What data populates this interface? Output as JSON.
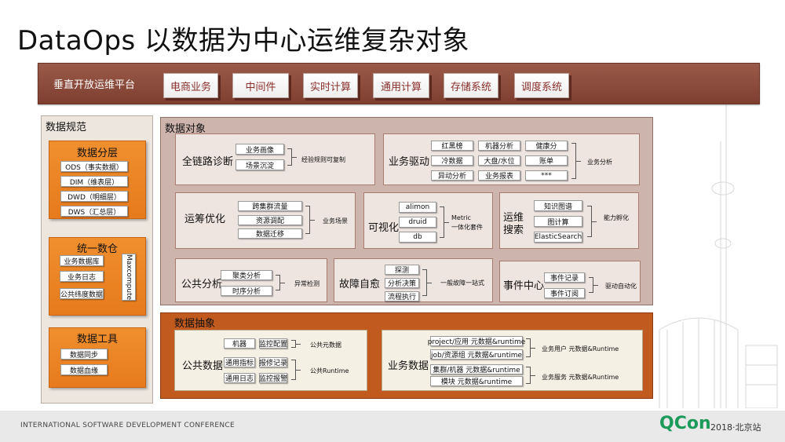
{
  "title": "DataOps 以数据为中心运维复杂对象",
  "top_bar": {
    "label": "垂直开放运维平台",
    "tabs": [
      "电商业务",
      "中间件",
      "实时计算",
      "通用计算",
      "存储系统",
      "调度系统"
    ]
  },
  "left": {
    "title": "数据规范",
    "layers": {
      "title": "数据分层",
      "items": [
        "ODS（事实数据）",
        "DIM（维表层）",
        "DWD（明细层）",
        "DWS（汇总层）"
      ]
    },
    "warehouse": {
      "title": "统一数仓",
      "items": [
        "业务数据库",
        "业务日志",
        "公共纬度数据"
      ],
      "vertical": "Maxcompute"
    },
    "tools": {
      "title": "数据工具",
      "items": [
        "数据同步",
        "数据血缘"
      ]
    }
  },
  "objects": {
    "title": "数据对象",
    "full_link": {
      "name": "全链路诊断",
      "items": [
        "业务画像",
        "场景沉淀"
      ],
      "note": "经验规则可复制"
    },
    "business_driven": {
      "name": "业务驱动",
      "rows": [
        [
          "红黑榜",
          "机器分析",
          "健康分"
        ],
        [
          "冷数据",
          "大盘/水位",
          "账单"
        ],
        [
          "异动分析",
          "业务报表",
          "***"
        ]
      ],
      "note": "业务分析"
    },
    "ops_opt": {
      "name": "运筹优化",
      "items": [
        "跨集群流量",
        "资源调配",
        "数据迁移"
      ],
      "note": "业务场景"
    },
    "visual": {
      "name": "可视化",
      "items": [
        "alimon",
        "druid",
        "db"
      ],
      "note": "Metric\n一体化套件"
    },
    "ops_search": {
      "name": "运维\n搜索",
      "items": [
        "知识图谱",
        "图计算",
        "ElasticSearch"
      ],
      "note": "能力孵化"
    },
    "public_analysis": {
      "name": "公共分析",
      "items": [
        "聚类分析",
        "时序分析"
      ],
      "note": "异常检测"
    },
    "self_heal": {
      "name": "故障自愈",
      "items": [
        "探测",
        "分析决策",
        "流程执行"
      ],
      "note": "一般故障一站式"
    },
    "event_center": {
      "name": "事件中心",
      "items": [
        "事件记录",
        "事件订阅"
      ],
      "note": "驱动自动化"
    }
  },
  "abstraction": {
    "title": "数据抽象",
    "public_data": {
      "name": "公共数据",
      "grid": [
        [
          "机器",
          "监控配置"
        ],
        [
          "通用指标",
          "报修记录"
        ],
        [
          "通用日志",
          "监控报警"
        ]
      ],
      "note1": "公共元数据",
      "note2": "公共Runtime"
    },
    "business_data": {
      "name": "业务数据",
      "items": [
        "project/应用 元数据&runtime",
        "job/资源组 元数据&runtime",
        "集群/机器 元数据&runtime",
        "模块 元数据&runtime"
      ],
      "note1": "业务用户 元数据&Runtime",
      "note2": "业务服务 元数据&Runtime"
    }
  },
  "footer": {
    "conference": "INTERNATIONAL SOFTWARE DEVELOPMENT CONFERENCE",
    "logo": "QCon",
    "edition": "2018·北京站"
  },
  "colors": {
    "top_bar": "#8a4b3c",
    "orange": "#ec8524",
    "abstraction": "#c05a1e",
    "brand_green": "#1c9a5a"
  }
}
